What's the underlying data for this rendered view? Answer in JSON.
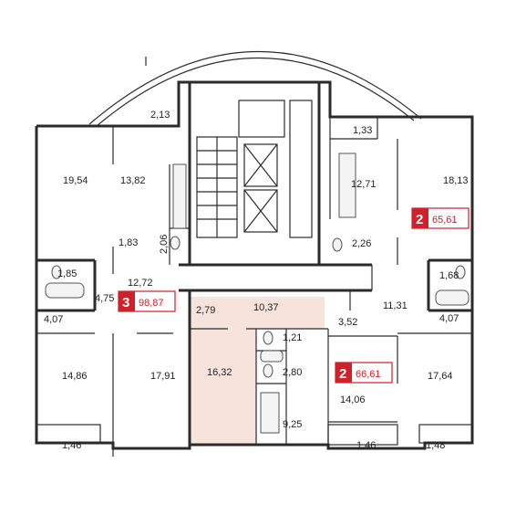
{
  "colors": {
    "wall": "#2b2b2b",
    "badge_red": "#d0202a",
    "highlight_flat": "#f6e3dc",
    "fixture_fill": "#f4f4f4"
  },
  "rooms": [
    {
      "id": "r-2-13",
      "area": "2,13"
    },
    {
      "id": "r-1-33",
      "area": "1,33"
    },
    {
      "id": "r-19-54",
      "area": "19,54"
    },
    {
      "id": "r-13-82",
      "area": "13,82"
    },
    {
      "id": "r-12-71",
      "area": "12,71"
    },
    {
      "id": "r-18-13",
      "area": "18,13"
    },
    {
      "id": "r-1-83",
      "area": "1,83"
    },
    {
      "id": "r-2-06",
      "area": "2,06"
    },
    {
      "id": "r-2-26",
      "area": "2,26"
    },
    {
      "id": "r-1-85",
      "area": "1,85"
    },
    {
      "id": "r-12-72",
      "area": "12,72"
    },
    {
      "id": "r-1-68",
      "area": "1,68"
    },
    {
      "id": "r-4-75",
      "area": "4,75"
    },
    {
      "id": "r-11-31",
      "area": "11,31"
    },
    {
      "id": "r-2-79",
      "area": "2,79"
    },
    {
      "id": "r-10-37",
      "area": "10,37"
    },
    {
      "id": "r-3-52",
      "area": "3,52"
    },
    {
      "id": "r-4-07-left",
      "area": "4,07"
    },
    {
      "id": "r-4-07-right",
      "area": "4,07"
    },
    {
      "id": "r-1-21",
      "area": "1,21"
    },
    {
      "id": "r-14-86",
      "area": "14,86"
    },
    {
      "id": "r-17-91",
      "area": "17,91"
    },
    {
      "id": "r-16-32",
      "area": "16,32"
    },
    {
      "id": "r-2-80",
      "area": "2,80"
    },
    {
      "id": "r-17-64",
      "area": "17,64"
    },
    {
      "id": "r-14-06",
      "area": "14,06"
    },
    {
      "id": "r-9-25",
      "area": "9,25"
    },
    {
      "id": "r-1-46-left",
      "area": "1,46"
    },
    {
      "id": "r-1-46-mid",
      "area": "1,46"
    },
    {
      "id": "r-1-48",
      "area": "1,48"
    }
  ],
  "apartments": [
    {
      "id": "apt-left",
      "rooms_count": "3",
      "total_area": "98,87"
    },
    {
      "id": "apt-right-top",
      "rooms_count": "2",
      "total_area": "65,61"
    },
    {
      "id": "apt-center",
      "rooms_count": "2",
      "total_area": "66,61"
    }
  ]
}
